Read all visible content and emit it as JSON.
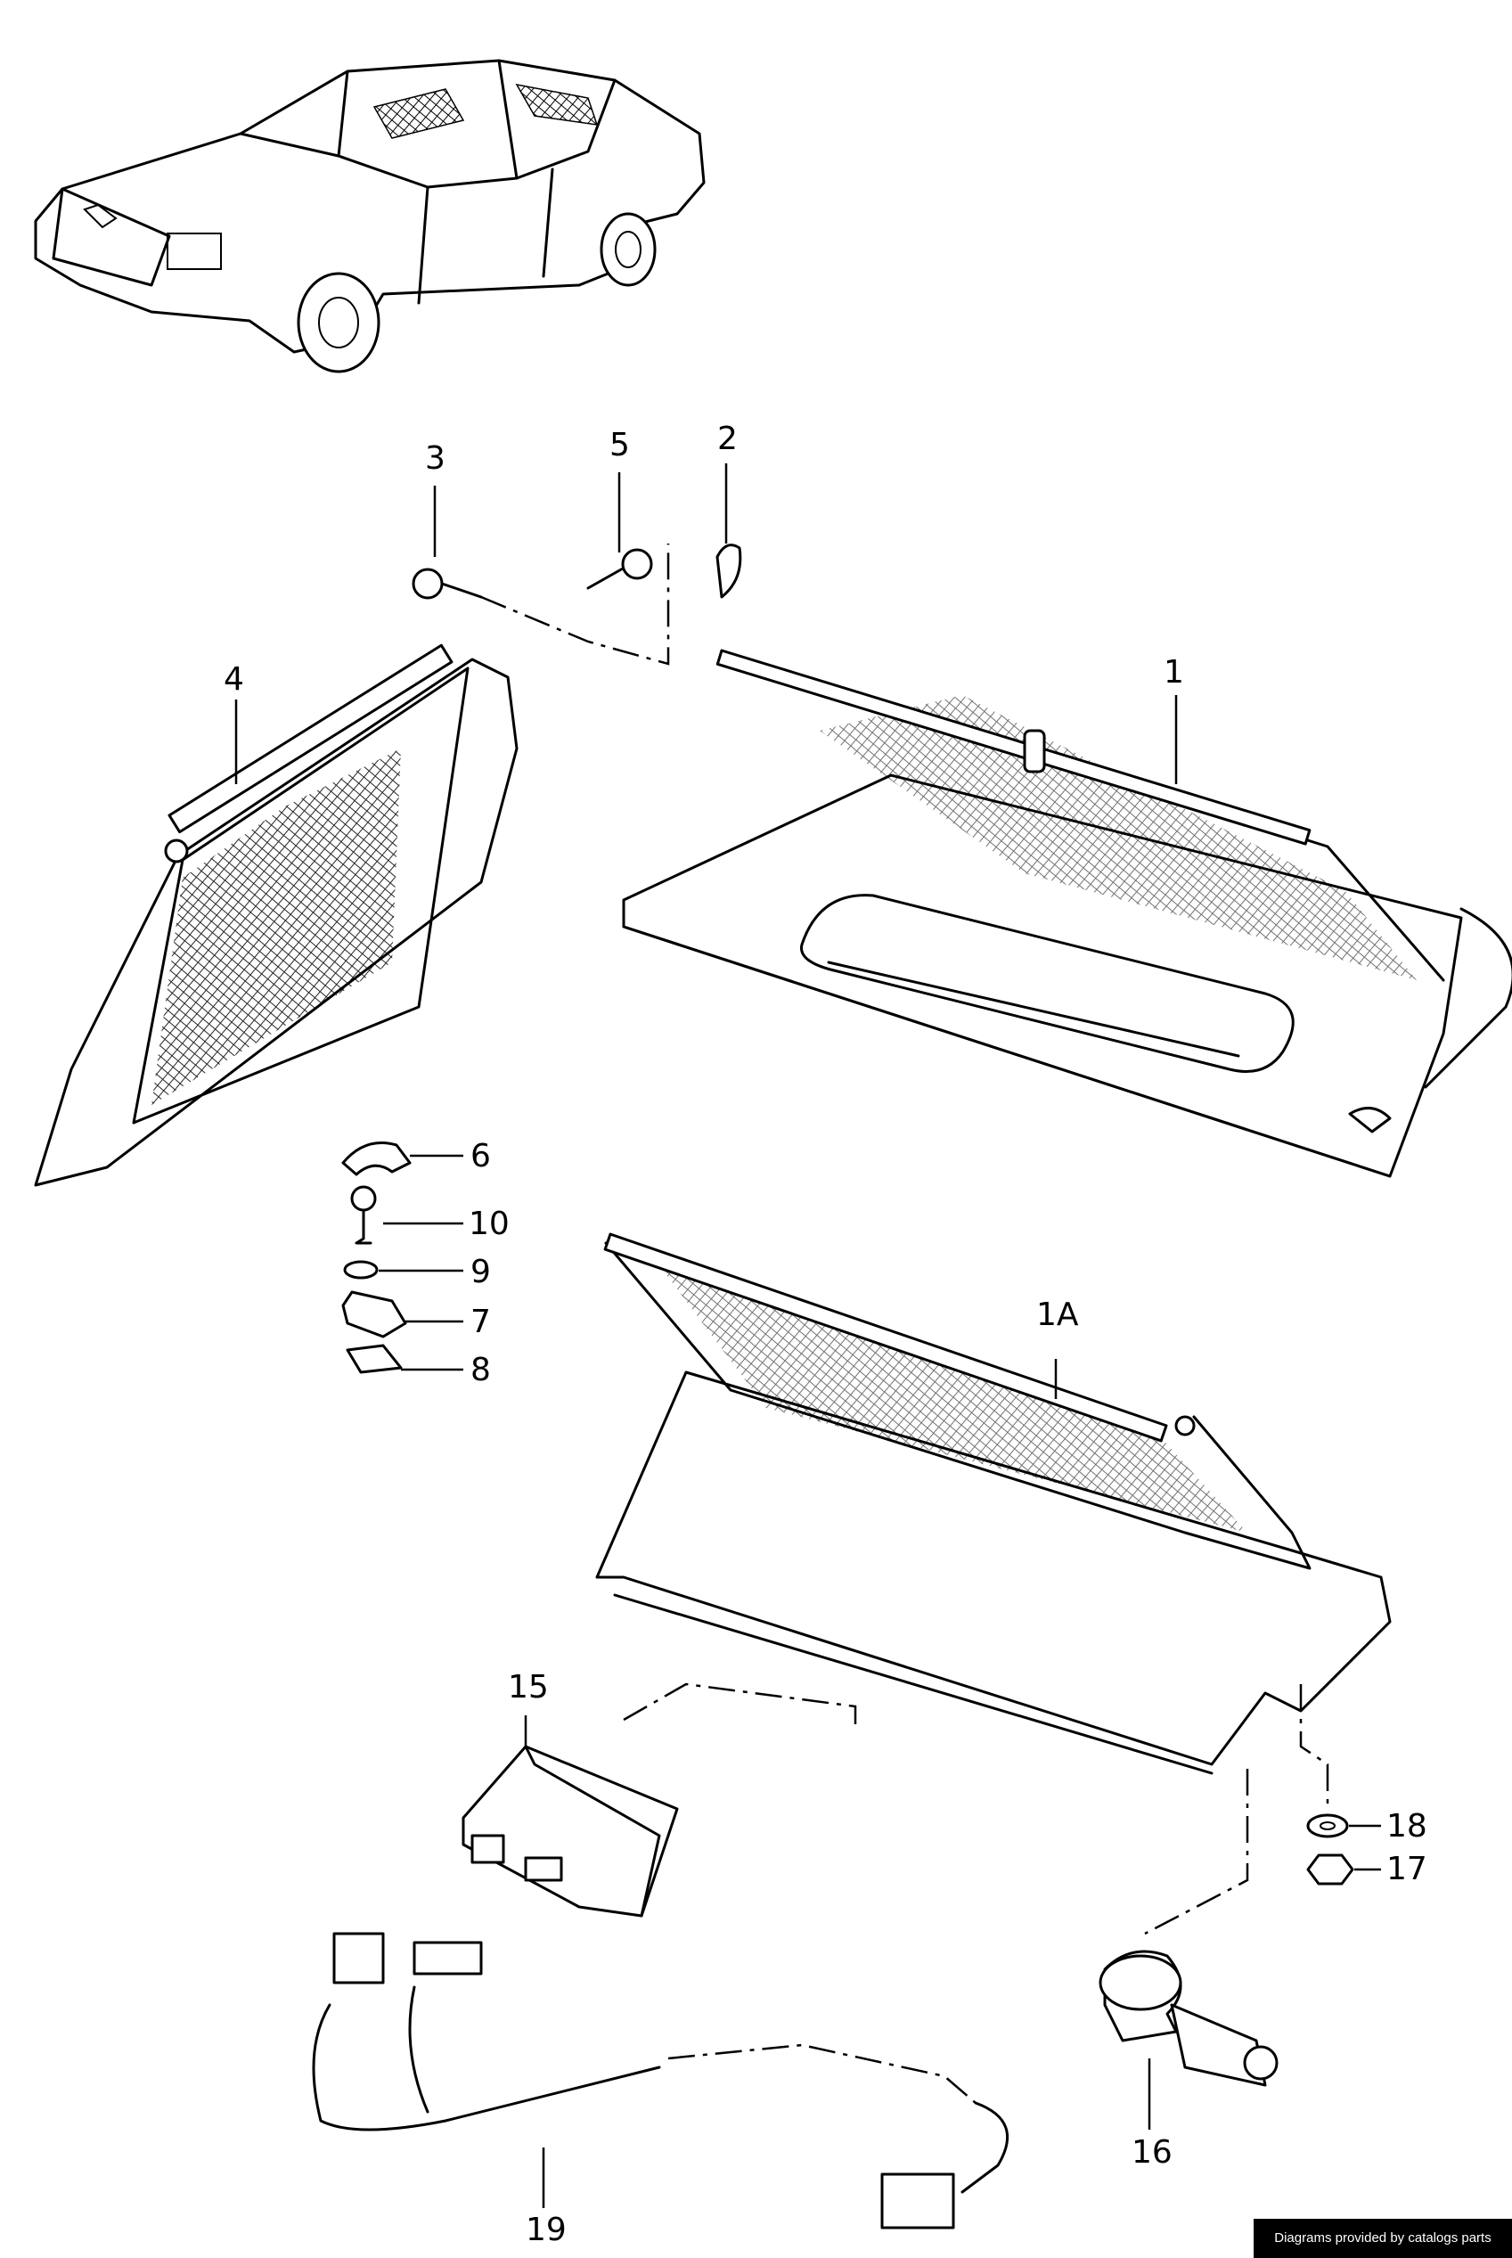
{
  "callouts": {
    "c1": "1",
    "c1a": "1A",
    "c2": "2",
    "c3": "3",
    "c4": "4",
    "c5": "5",
    "c6": "6",
    "c7": "7",
    "c8": "8",
    "c9": "9",
    "c10": "10",
    "c15": "15",
    "c16": "16",
    "c17": "17",
    "c18": "18",
    "c19": "19"
  },
  "credit": "Diagrams provided by catalogs parts"
}
